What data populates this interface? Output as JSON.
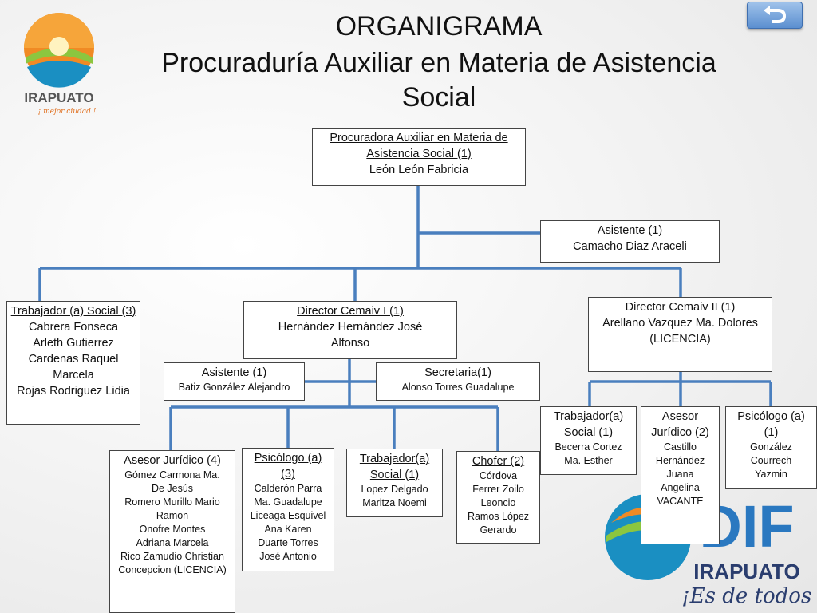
{
  "title_line1": "ORGANIGRAMA",
  "title_line2": "Procuraduría Auxiliar en Materia de Asistencia Social",
  "logos": {
    "irapuato_text": "IRAPUATO",
    "irapuato_slogan": "¡ mejor ciudad !",
    "dif_text": "DIF",
    "dif_city": "IRAPUATO",
    "dif_slogan": "¡Es de todos!"
  },
  "colors": {
    "connector": "#4a7fbe",
    "box_border": "#444444"
  },
  "nodes": {
    "procuradora": {
      "role": "Procuradora Auxiliar en Materia de Asistencia Social (1)",
      "names": "León  León  Fabricia"
    },
    "asistente_top": {
      "role": "Asistente  (1)",
      "names": "Camacho Diaz Araceli"
    },
    "trabajador_social_3": {
      "role": "Trabajador (a) Social (3)",
      "names": "Cabrera Fonseca\nArleth Gutierrez\nCardenas Raquel\nMarcela\nRojas Rodriguez Lidia"
    },
    "director_cemaiv_1": {
      "role": "Director Cemaiv I (1)",
      "names": "Hernández  Hernández  José\nAlfonso"
    },
    "director_cemaiv_2": {
      "role": "Director Cemaiv II (1)",
      "names": "Arellano Vazquez Ma. Dolores\n(LICENCIA)"
    },
    "asistente_cemaiv1": {
      "role": "Asistente  (1)",
      "names": "Batiz González Alejandro"
    },
    "secretaria": {
      "role": "Secretaria(1)",
      "names": "Alonso  Torres Guadalupe"
    },
    "asesor_juridico_4": {
      "role": "Asesor Jurídico (4)",
      "names": "Gómez Carmona Ma.\nDe Jesús\nRomero Murillo  Mario\nRamon\nOnofre Montes\nAdriana Marcela\nRico Zamudio Christian\nConcepcion (LICENCIA)"
    },
    "psicologo_3": {
      "role": "Psicólogo (a) (3)",
      "names": "Calderón Parra\nMa. Guadalupe\nLiceaga Esquivel\nAna Karen\nDuarte Torres\nJosé Antonio"
    },
    "trabajador_social_1a": {
      "role": "Trabajador(a) Social (1)",
      "names": "Lopez  Delgado\nMaritza Noemi"
    },
    "chofer": {
      "role": "Chofer (2)",
      "names": "Córdova\nFerrer Zoilo\nLeoncio\nRamos López\nGerardo"
    },
    "trabajador_social_1b": {
      "role": "Trabajador(a) Social (1)",
      "names": "Becerra Cortez\nMa. Esther"
    },
    "asesor_juridico_2": {
      "role": "Asesor Jurídico (2)",
      "names": "Castillo\nHernández\nJuana\nAngelina\nVACANTE"
    },
    "psicologo_1": {
      "role": "Psicólogo (a) (1)",
      "names": "González\nCourrech\nYazmin"
    }
  }
}
